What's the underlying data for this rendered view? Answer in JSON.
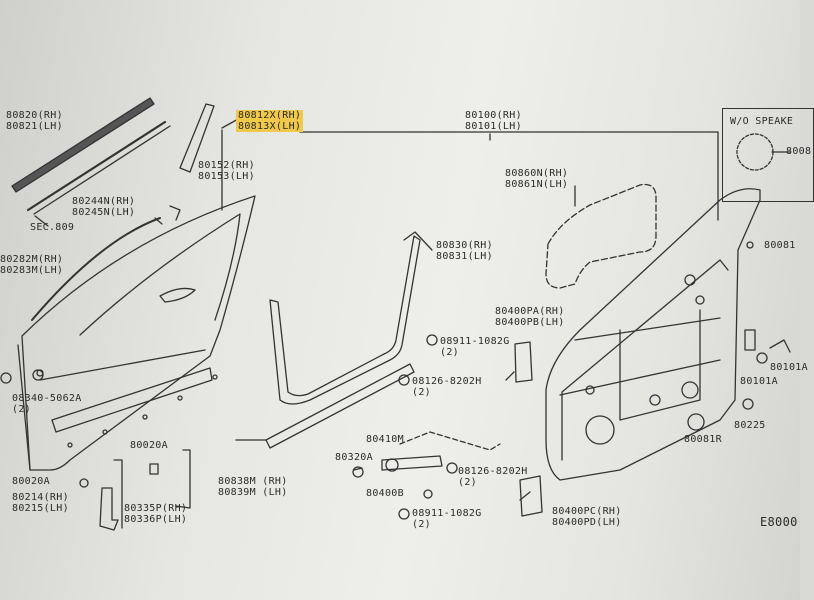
{
  "diagram": {
    "colors": {
      "paper": "#eeefea",
      "ink": "#2a2a2a",
      "highlight": "#f0c84a"
    },
    "labels": {
      "p80820": [
        "80820(RH)",
        "80821(LH)"
      ],
      "p80812": [
        "80812X(RH)",
        "80813X(LH)"
      ],
      "p80100": [
        "80100(RH)",
        "80101(LH)"
      ],
      "p80152": [
        "80152(RH)",
        "80153(LH)"
      ],
      "p80244": [
        "80244N(RH)",
        "80245N(LH)"
      ],
      "sec": "SEC.809",
      "p80860": [
        "80860N(RH)",
        "80861N(LH)"
      ],
      "p80282": [
        "80282M(RH)",
        "80283M(LH)"
      ],
      "p80830": [
        "80830(RH)",
        "80831(LH)"
      ],
      "p80400a": [
        "80400PA(RH)",
        "80400PB(LH)"
      ],
      "p08911a": [
        "08911-1082G",
        "(2)"
      ],
      "p08126a": [
        "08126-8202H",
        "(2)"
      ],
      "p08340": [
        "08340-5062A",
        "(2)"
      ],
      "p80410": "80410M",
      "p80320": "80320A",
      "p80020a": "80020A",
      "p80020b": "80020A",
      "p80214": [
        "80214(RH)",
        "80215(LH)"
      ],
      "p80335": [
        "80335P(RH)",
        "80336P(LH)"
      ],
      "p80838": [
        "80838M (RH)",
        "80839M (LH)"
      ],
      "p80400b": "80400B",
      "p08126b": [
        "08126-8202H",
        "(2)"
      ],
      "p80400c": [
        "80400PC(RH)",
        "80400PD(LH)"
      ],
      "p08911b": [
        "08911-1082G",
        "(2)"
      ],
      "p80101a": "80101A",
      "p80101aa": "80101A",
      "p80081r": "80081R",
      "p80225": "80225",
      "p80081": "80081",
      "p8008": "8008",
      "wo": "W/O SPEAKE",
      "code": "E8000"
    }
  }
}
